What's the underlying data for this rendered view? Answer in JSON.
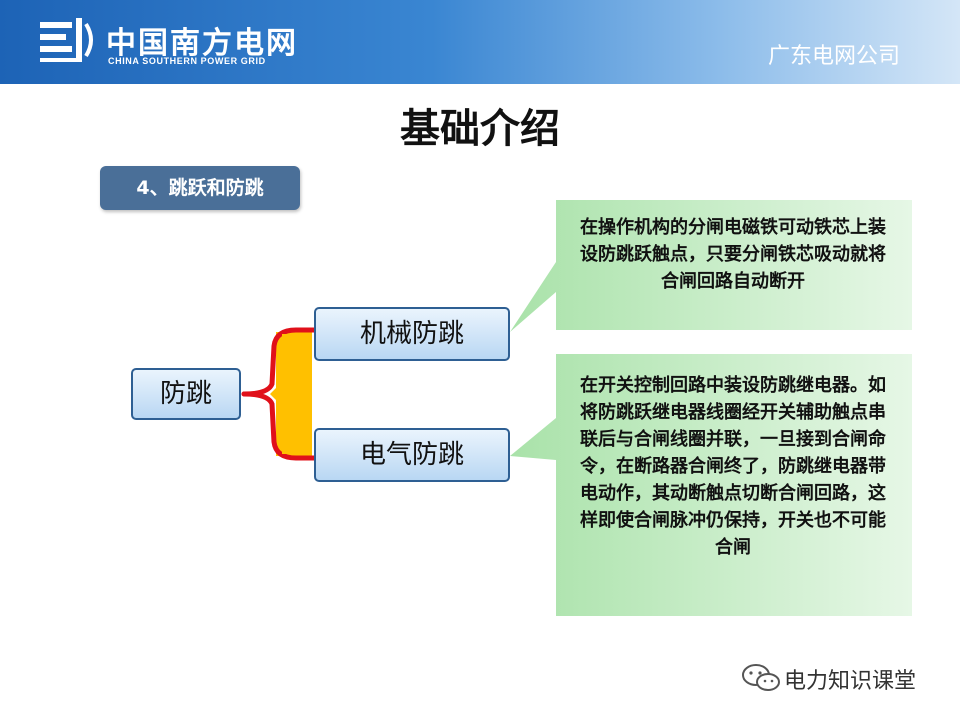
{
  "header": {
    "logo_cn": "中国南方电网",
    "logo_en": "CHINA SOUTHERN POWER GRID",
    "company": "广东电网公司"
  },
  "title": "基础介绍",
  "section": "4、跳跃和防跳",
  "diagram": {
    "root": "防跳",
    "branches": [
      {
        "label": "机械防跳",
        "note": "在操作机构的分闸电磁铁可动铁芯上装设防跳跃触点，只要分闸铁芯吸动就将合闸回路自动断开"
      },
      {
        "label": "电气防跳",
        "note": "在开关控制回路中装设防跳继电器。如将防跳跃继电器线圈经开关辅助触点串联后与合闸线圈并联，一旦接到合闸命令，在断路器合闸终了，防跳继电器带电动作，其动断触点切断合闸回路，这样即使合闸脉冲仍保持，开关也不可能合闸"
      }
    ]
  },
  "watermark": "电力知识课堂",
  "colors": {
    "header_blue": "#1d63b6",
    "section_bg": "#4a6f98",
    "bracket_fill": "#ffc000",
    "bracket_stroke": "#e0101a",
    "callout_green": "#c6edc6"
  }
}
